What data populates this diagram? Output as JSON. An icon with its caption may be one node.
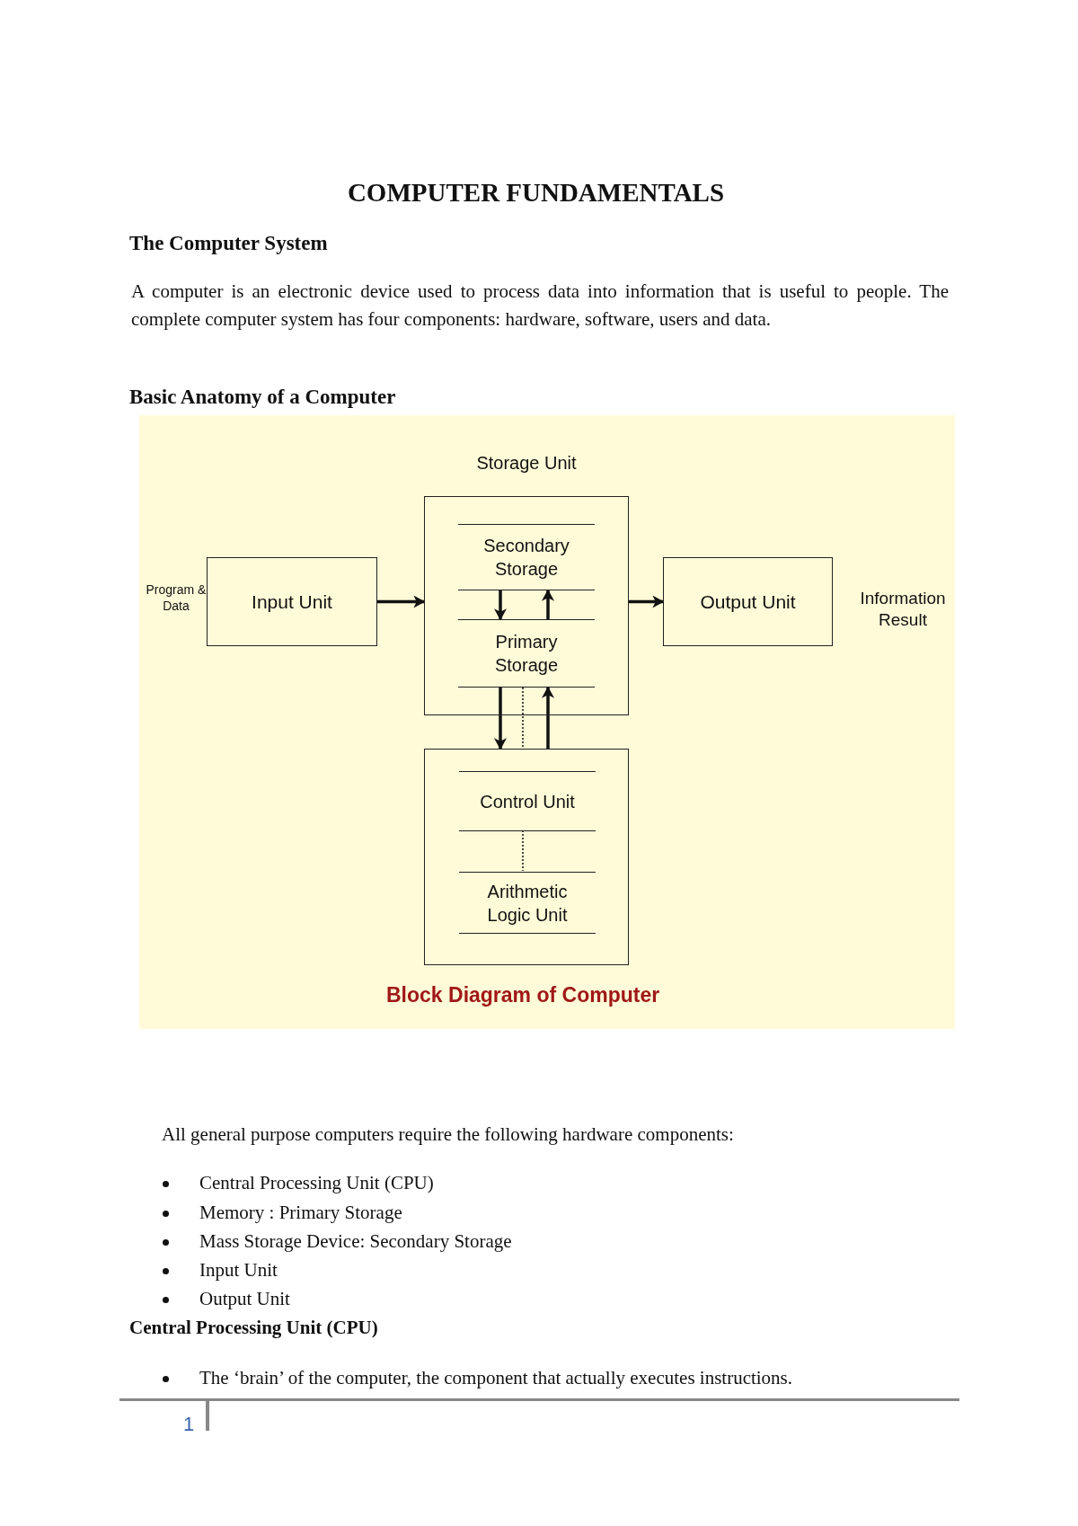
{
  "diagram": {
    "title": "COMPUTER FUNDAMENTALS",
    "caption": "Block Diagram of Computer",
    "nodes": [
      {
        "text": [
          "Storage Unit"
        ]
      },
      {
        "text": [
          "Secondary Storage"
        ],
        "in": 0
      },
      {
        "text": [
          "Primary Storage"
        ],
        "in": 0
      },
      {
        "text": [
          "Input Unit"
        ],
        "beside": [
          "Program & Data"
        ]
      },
      {
        "text": [
          "Output Unit"
        ],
        "beside": [
          "Information Result"
        ]
      },
      {
        "text": [],
        "shape": "box"
      },
      {
        "text": [
          "Control Unit"
        ],
        "in": 5
      },
      {
        "text": [
          "Arithmetic Logic Unit"
        ],
        "in": 5
      }
    ],
    "edges": [
      {
        "from": 3,
        "to": 0,
        "arrow": "to"
      },
      {
        "from": 0,
        "to": 4,
        "arrow": "to"
      },
      {
        "from": 1,
        "to": 2,
        "arrow": "to"
      },
      {
        "from": 2,
        "to": 1,
        "arrow": "to"
      },
      {
        "from": 2,
        "to": 5,
        "arrow": "to"
      },
      {
        "from": 5,
        "to": 2,
        "arrow": "to"
      },
      {
        "from": 2,
        "to": 5,
        "arrow": "none",
        "style": "dashed"
      },
      {
        "from": 6,
        "to": 7,
        "arrow": "none",
        "style": "dashed"
      }
    ],
    "labels": [
      "The Computer System",
      "A computer is an electronic device used to process data into information that is useful to people. The complete computer system has four components: hardware, software, users and data.",
      "Basic Anatomy of a Computer",
      "All general purpose computers require the following hardware components:",
      "Central Processing Unit (CPU)",
      "Memory : Primary Storage",
      "Mass Storage Device: Secondary Storage",
      "Input Unit",
      "Output Unit",
      "Central Processing Unit (CPU)",
      "The ‘brain’ of the computer, the component that actually executes instructions.",
      "1"
    ]
  }
}
